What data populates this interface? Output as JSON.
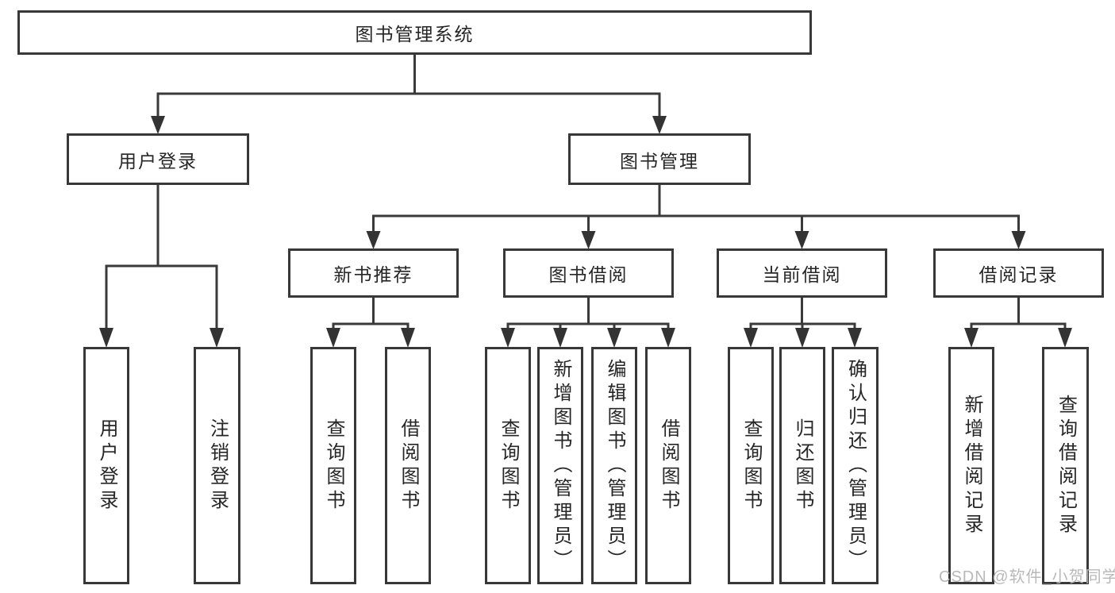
{
  "diagram": {
    "root": {
      "label": "图书管理系统",
      "children": [
        {
          "label": "用户登录",
          "children": [
            {
              "label": "用户登录"
            },
            {
              "label": "注销登录"
            }
          ]
        },
        {
          "label": "图书管理",
          "children": [
            {
              "label": "新书推荐",
              "children": [
                {
                  "label": "查询图书"
                },
                {
                  "label": "借阅图书"
                }
              ]
            },
            {
              "label": "图书借阅",
              "children": [
                {
                  "label": "查询图书"
                },
                {
                  "label": "新增图书（管理员）"
                },
                {
                  "label": "编辑图书（管理员）"
                },
                {
                  "label": "借阅图书"
                }
              ]
            },
            {
              "label": "当前借阅",
              "children": [
                {
                  "label": "查询图书"
                },
                {
                  "label": "归还图书"
                },
                {
                  "label": "确认归还（管理员）"
                }
              ]
            },
            {
              "label": "借阅记录",
              "children": [
                {
                  "label": "新增借阅记录"
                },
                {
                  "label": "查询借阅记录"
                }
              ]
            }
          ]
        }
      ]
    }
  },
  "watermark": {
    "text": "CSDN @软件_小贺同学"
  },
  "colors": {
    "line": "#3a3a3a",
    "box_border": "#383838",
    "box_fill": "#ffffff",
    "text": "#262626",
    "watermark": "#b9b9b9",
    "background": "#ffffff"
  }
}
